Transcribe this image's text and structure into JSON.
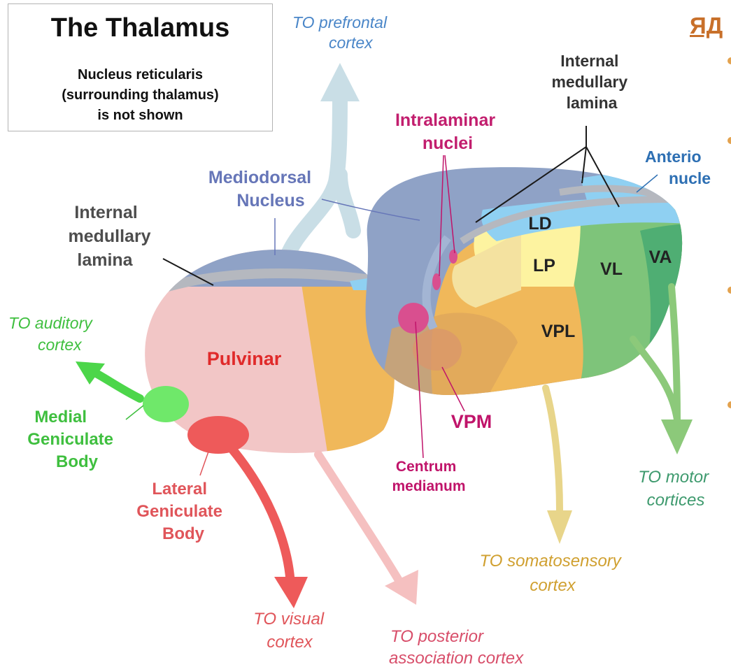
{
  "title": "The Thalamus",
  "title_note": "Nucleus reticularis\n(surrounding thalamus)\nis not shown",
  "side_heading": "ЯД",
  "labels": {
    "to_prefrontal": [
      "TO prefrontal",
      "cortex"
    ],
    "internal_medullary_lamina_right": [
      "Internal",
      "medullary",
      "lamina"
    ],
    "intralaminar_nuclei": [
      "Intralaminar",
      "nuclei"
    ],
    "anterior_nuclei": [
      "Anterio",
      "nucle"
    ],
    "mediodorsal_nucleus": [
      "Mediodorsal",
      "Nucleus"
    ],
    "internal_medullary_lamina_left": [
      "Internal",
      "medullary",
      "lamina"
    ],
    "to_auditory": [
      "TO auditory",
      "cortex"
    ],
    "pulvinar": "Pulvinar",
    "ld": "LD",
    "lp": "LP",
    "vl": "VL",
    "va": "VA",
    "vpl": "VPL",
    "vpm": "VPM",
    "medial_geniculate_body": [
      "Medial",
      "Geniculate",
      "Body"
    ],
    "lateral_geniculate_body": [
      "Lateral",
      "Geniculate",
      "Body"
    ],
    "centrum_medianum": [
      "Centrum",
      "medianum"
    ],
    "to_motor": [
      "TO motor",
      "cortices"
    ],
    "to_somatosensory": [
      "TO somatosensory",
      "cortex"
    ],
    "to_visual": [
      "TO visual",
      "cortex"
    ],
    "to_posterior": [
      "TO posterior",
      "association cortex"
    ]
  },
  "colors": {
    "pulvinar": "#f2c6c6",
    "mediodorsal": "#8fa2c6",
    "anterior": "#8fd0f2",
    "lp": "#fdf3a0",
    "vpl": "#f0b85a",
    "vl": "#7ec47a",
    "va": "#4fae73",
    "intralaminar": "#d94f8f",
    "medial_geniculate": "#6fe86a",
    "lateral_geniculate": "#ee5a5a",
    "prefrontal_text": "#4a86c8",
    "auditory_text": "#3fbf3f",
    "motor_text": "#3e9a6e",
    "somatosensory_text": "#d0a030",
    "visual_text": "#e0555a",
    "posterior_text": "#d84e6a",
    "intralaminar_text": "#c21e6e",
    "mediodorsal_text": "#6676b8",
    "anterior_text": "#2d6fb3",
    "pulvinar_text": "#e02a2a",
    "vpm_text": "#c0146a",
    "heading": "#c8702a"
  }
}
